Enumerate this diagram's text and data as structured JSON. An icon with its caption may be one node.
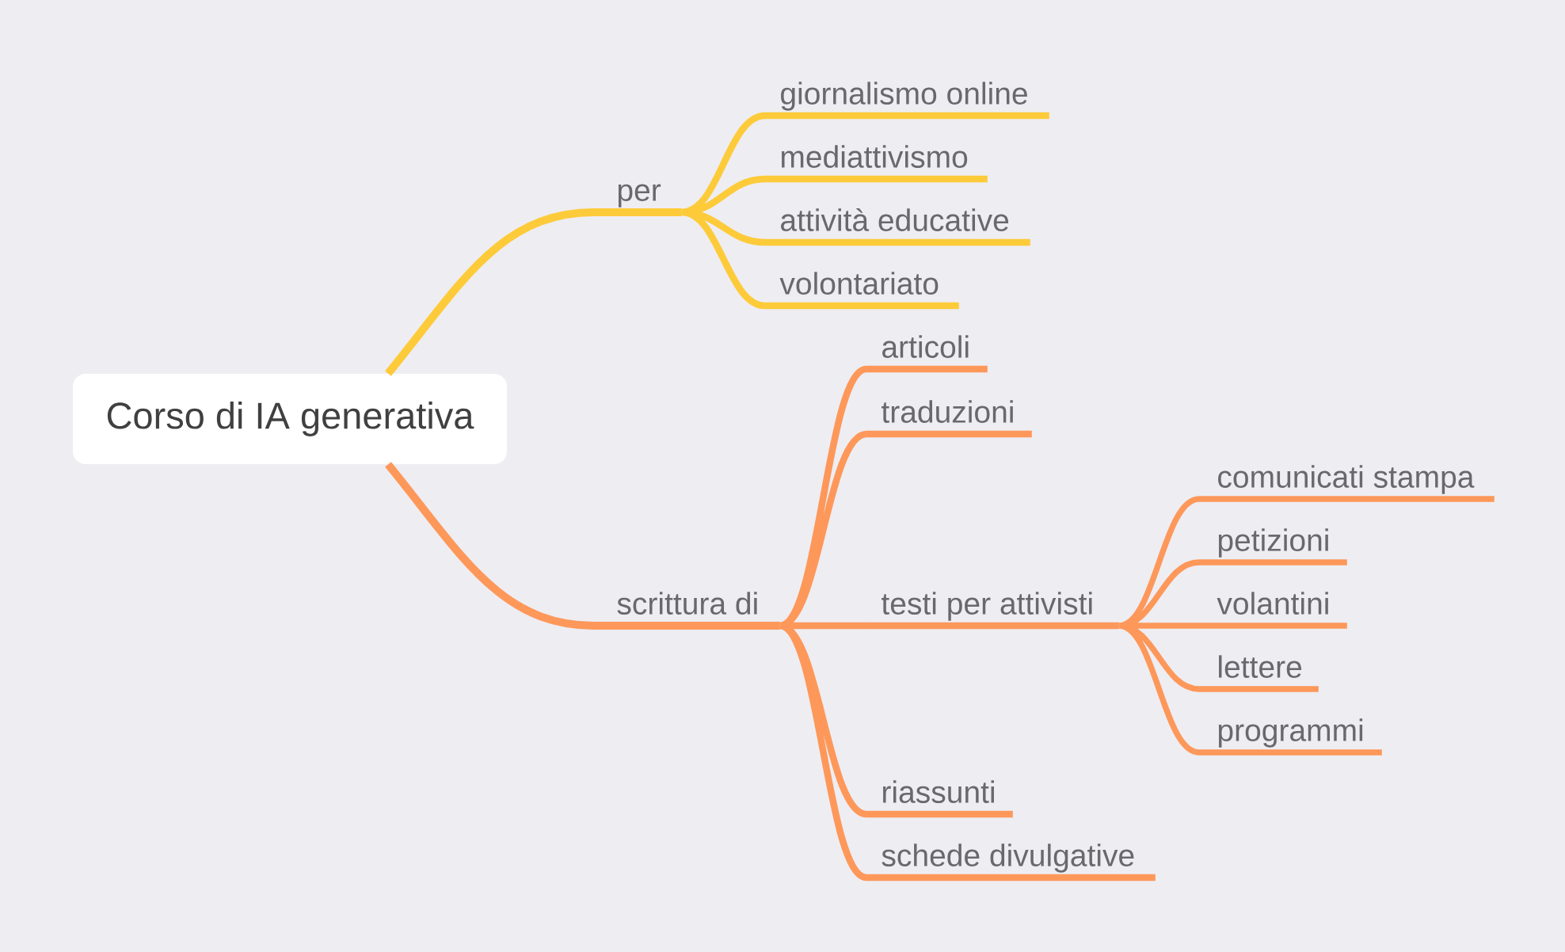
{
  "diagram": {
    "nodes": [
      {
        "text": [
          "Corso di IA generativa"
        ]
      },
      {
        "text": [
          "per"
        ]
      },
      {
        "text": [
          "giornalismo online"
        ]
      },
      {
        "text": [
          "mediattivismo"
        ]
      },
      {
        "text": [
          "attività educative"
        ]
      },
      {
        "text": [
          "volontariato"
        ]
      },
      {
        "text": [
          "scrittura di"
        ]
      },
      {
        "text": [
          "articoli"
        ]
      },
      {
        "text": [
          "traduzioni"
        ]
      },
      {
        "text": [
          "testi per attivisti"
        ]
      },
      {
        "text": [
          "comunicati stampa"
        ]
      },
      {
        "text": [
          "petizioni"
        ]
      },
      {
        "text": [
          "volantini"
        ]
      },
      {
        "text": [
          "lettere"
        ]
      },
      {
        "text": [
          "programmi"
        ]
      },
      {
        "text": [
          "riassunti"
        ]
      },
      {
        "text": [
          "schede divulgative"
        ]
      }
    ],
    "edges": [
      {
        "from": 0,
        "to": 1,
        "arrow": "none",
        "color": "#fdcb3a"
      },
      {
        "from": 1,
        "to": 2,
        "arrow": "none",
        "color": "#fdcb3a"
      },
      {
        "from": 1,
        "to": 3,
        "arrow": "none",
        "color": "#fdcb3a"
      },
      {
        "from": 1,
        "to": 4,
        "arrow": "none",
        "color": "#fdcb3a"
      },
      {
        "from": 1,
        "to": 5,
        "arrow": "none",
        "color": "#fdcb3a"
      },
      {
        "from": 0,
        "to": 6,
        "arrow": "none"
      },
      {
        "from": 6,
        "to": 7,
        "arrow": "none"
      },
      {
        "from": 6,
        "to": 8,
        "arrow": "none"
      },
      {
        "from": 6,
        "to": 9,
        "arrow": "none"
      },
      {
        "from": 9,
        "to": 10,
        "arrow": "none"
      },
      {
        "from": 9,
        "to": 11,
        "arrow": "none"
      },
      {
        "from": 9,
        "to": 12,
        "arrow": "none"
      },
      {
        "from": 9,
        "to": 13,
        "arrow": "none"
      },
      {
        "from": 9,
        "to": 14,
        "arrow": "none"
      },
      {
        "from": 6,
        "to": 15,
        "arrow": "none"
      },
      {
        "from": 6,
        "to": 16,
        "arrow": "none"
      }
    ]
  }
}
